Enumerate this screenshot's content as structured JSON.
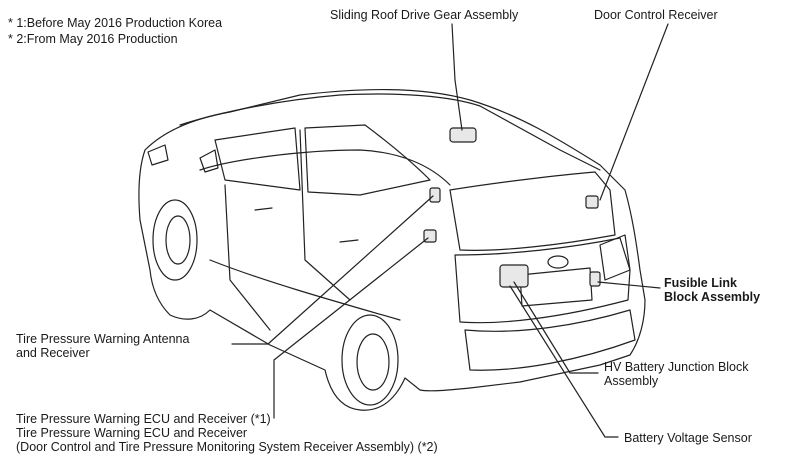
{
  "notes": [
    "* 1:Before May 2016 Production Korea",
    "* 2:From May 2016 Production"
  ],
  "labels": {
    "sliding_roof": "Sliding Roof Drive Gear Assembly",
    "door_control": "Door Control Receiver",
    "fusible_link": [
      "Fusible Link",
      "Block Assembly"
    ],
    "hv_battery": [
      "HV Battery Junction Block",
      "Assembly"
    ],
    "battery_voltage": "Battery Voltage Sensor",
    "tpw_antenna": [
      "Tire Pressure Warning Antenna",
      "and Receiver"
    ],
    "tpw_ecu": [
      "Tire Pressure Warning ECU and Receiver (*1)",
      "Tire Pressure Warning ECU and Receiver",
      "(Door Control and Tire Pressure Monitoring System Receiver Assembly) (*2)"
    ]
  }
}
